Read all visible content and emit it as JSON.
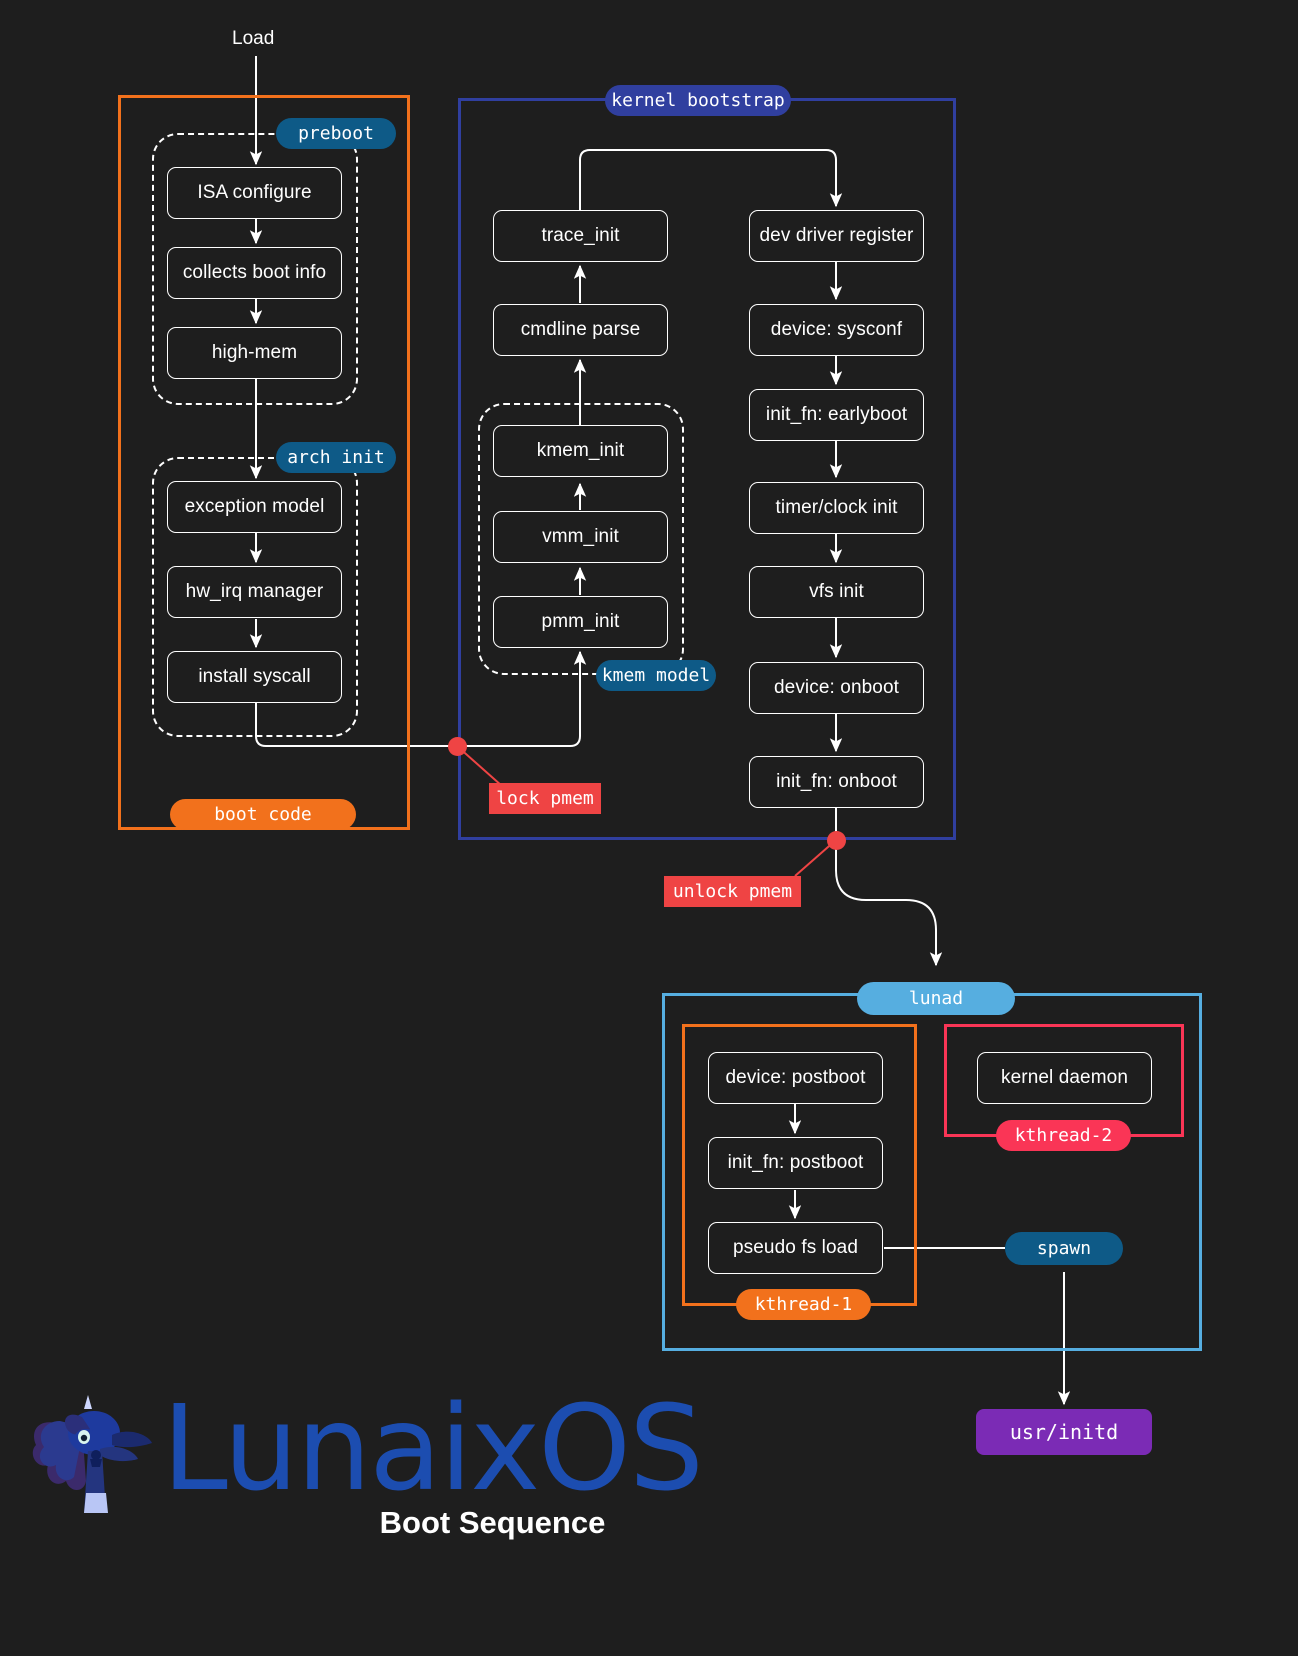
{
  "diagram": {
    "title": "Boot Sequence",
    "brand": "LunaixOS",
    "entry_label": "Load",
    "background": "#1e1e1e"
  },
  "groups": {
    "boot_code": {
      "label": "boot code",
      "color": "#f2711c",
      "text_color": "#ffffff"
    },
    "kernel_bootstrap": {
      "label": "kernel bootstrap",
      "color": "#303f9f",
      "text_color": "#ffffff"
    },
    "preboot": {
      "label": "preboot",
      "color": "#0e5a87",
      "text_color": "#ffffff"
    },
    "arch_init": {
      "label": "arch init",
      "color": "#0e5a87",
      "text_color": "#ffffff"
    },
    "kmem_model": {
      "label": "kmem model",
      "color": "#0e5a87",
      "text_color": "#ffffff"
    },
    "lunad": {
      "label": "lunad",
      "color": "#56aee0",
      "text_color": "#ffffff"
    },
    "kthread_1": {
      "label": "kthread-1",
      "color": "#f2711c",
      "text_color": "#ffffff"
    },
    "kthread_2": {
      "label": "kthread-2",
      "color": "#fa3556",
      "text_color": "#ffffff"
    }
  },
  "markers": {
    "lock_pmem": {
      "label": "lock pmem",
      "color": "#ef4444"
    },
    "unlock_pmem": {
      "label": "unlock pmem",
      "color": "#ef4444"
    },
    "spawn": {
      "label": "spawn",
      "color": "#0e5a87"
    },
    "usr_initd": {
      "label": "usr/initd",
      "color": "#7b2bb5"
    }
  },
  "nodes": {
    "preboot": [
      {
        "id": "isa-configure",
        "label": "ISA configure"
      },
      {
        "id": "collects-boot-info",
        "label": "collects boot info"
      },
      {
        "id": "high-mem",
        "label": "high-mem"
      }
    ],
    "arch_init": [
      {
        "id": "exception-model",
        "label": "exception model"
      },
      {
        "id": "hw-irq-manager",
        "label": "hw_irq manager"
      },
      {
        "id": "install-syscall",
        "label": "install syscall"
      }
    ],
    "kmem_chain": [
      {
        "id": "trace-init",
        "label": "trace_init"
      },
      {
        "id": "cmdline-parse",
        "label": "cmdline parse"
      },
      {
        "id": "kmem-init",
        "label": "kmem_init"
      },
      {
        "id": "vmm-init",
        "label": "vmm_init"
      },
      {
        "id": "pmm-init",
        "label": "pmm_init"
      }
    ],
    "device_chain": [
      {
        "id": "dev-driver-register",
        "label": "dev driver register"
      },
      {
        "id": "device-sysconf",
        "label": "device: sysconf"
      },
      {
        "id": "init-fn-earlyboot",
        "label": "init_fn: earlyboot"
      },
      {
        "id": "timer-clock-init",
        "label": "timer/clock init"
      },
      {
        "id": "vfs-init",
        "label": "vfs init"
      },
      {
        "id": "device-onboot",
        "label": "device: onboot"
      },
      {
        "id": "init-fn-onboot",
        "label": "init_fn: onboot"
      }
    ],
    "kthread_1": [
      {
        "id": "device-postboot",
        "label": "device: postboot"
      },
      {
        "id": "init-fn-postboot",
        "label": "init_fn: postboot"
      },
      {
        "id": "pseudo-fs-load",
        "label": "pseudo fs load"
      }
    ],
    "kthread_2": [
      {
        "id": "kernel-daemon",
        "label": "kernel daemon"
      }
    ]
  }
}
